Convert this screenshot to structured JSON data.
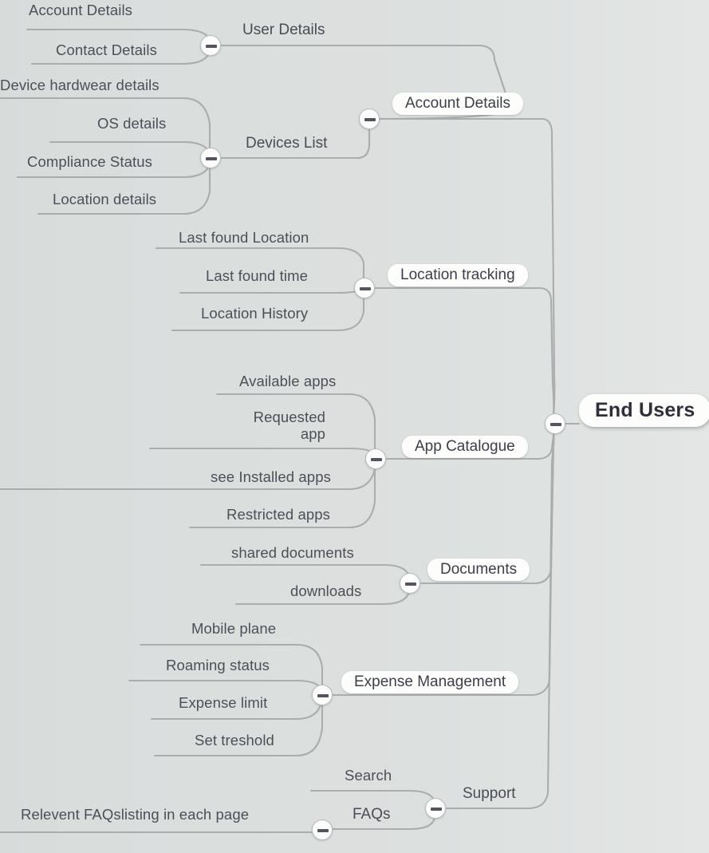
{
  "diagram": {
    "type": "mind-map",
    "title": "End Users",
    "orientation": "right-to-left",
    "background_color": "#dadfde",
    "node_fill_color": "#fdfdfb",
    "text_color": "#4e4e58",
    "connector_color": "#a9adad"
  },
  "root": {
    "label": "End Users",
    "toggle": "collapse-minus"
  },
  "branches": [
    {
      "label": "Account Details",
      "toggle": "collapse-minus",
      "children": [
        {
          "label": "User Details",
          "toggle": "collapse-minus",
          "children": [
            {
              "label": "Account Details"
            },
            {
              "label": "Contact Details"
            }
          ]
        },
        {
          "label": "Devices List",
          "toggle": "collapse-minus",
          "children": [
            {
              "label": "Device hardwear details"
            },
            {
              "label": "OS details"
            },
            {
              "label": "Compliance Status"
            },
            {
              "label": "Location details"
            }
          ]
        }
      ]
    },
    {
      "label": "Location tracking",
      "toggle": "collapse-minus",
      "children": [
        {
          "label": "Last found Location"
        },
        {
          "label": "Last found time"
        },
        {
          "label": "Location History"
        }
      ]
    },
    {
      "label": "App Catalogue",
      "toggle": "collapse-minus",
      "children": [
        {
          "label": "Available apps"
        },
        {
          "label": "Requested app"
        },
        {
          "label": "see Installed apps"
        },
        {
          "label": "Restricted apps"
        }
      ]
    },
    {
      "label": "Documents",
      "toggle": "collapse-minus",
      "children": [
        {
          "label": "shared documents"
        },
        {
          "label": "downloads"
        }
      ]
    },
    {
      "label": "Expense Management",
      "toggle": "collapse-minus",
      "children": [
        {
          "label": "Mobile plane"
        },
        {
          "label": "Roaming status"
        },
        {
          "label": "Expense limit"
        },
        {
          "label": "Set treshold"
        }
      ]
    },
    {
      "label": "Support",
      "toggle": "collapse-minus",
      "children": [
        {
          "label": "Search"
        },
        {
          "label": "FAQs",
          "toggle": "collapse-minus",
          "children": [
            {
              "label": "Relevent FAQslisting  in each page"
            }
          ]
        }
      ]
    }
  ],
  "nodes": {
    "root_end_users": "End Users",
    "b_account_details": "Account Details",
    "b_location_tracking": "Location tracking",
    "b_app_catalogue": "App Catalogue",
    "b_documents": "Documents",
    "b_expense_management": "Expense Management",
    "b_support": "Support",
    "m_user_details": "User Details",
    "m_devices_list": "Devices List",
    "m_faqs": "FAQs",
    "l_account_details": "Account Details",
    "l_contact_details": "Contact Details",
    "l_device_hardwear": "Device hardwear details",
    "l_os_details": "OS details",
    "l_compliance_status": "Compliance Status",
    "l_location_details": "Location details",
    "l_last_found_location": "Last found Location",
    "l_last_found_time": "Last found time",
    "l_location_history": "Location History",
    "l_available_apps": "Available apps",
    "l_requested_app_1": "Requested",
    "l_requested_app_2": "app",
    "l_see_installed_apps": "see Installed apps",
    "l_restricted_apps": "Restricted apps",
    "l_shared_documents": "shared documents",
    "l_downloads": "downloads",
    "l_mobile_plane": "Mobile plane",
    "l_roaming_status": "Roaming status",
    "l_expense_limit": "Expense limit",
    "l_set_treshold": "Set treshold",
    "l_search": "Search",
    "l_relevent_faqs": "Relevent FAQslisting  in each page"
  }
}
